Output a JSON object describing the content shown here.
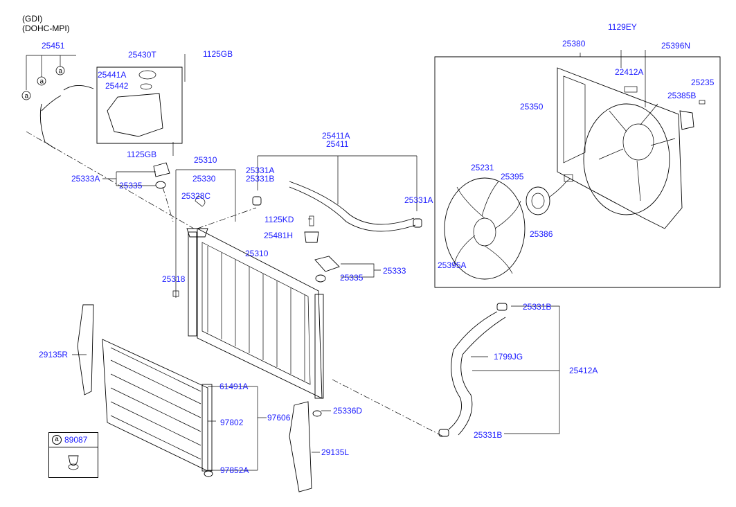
{
  "header": {
    "line1": "(GDI)",
    "line2": "(DOHC-MPI)"
  },
  "labels": {
    "p25451": "25451",
    "p25430T": "25430T",
    "p1125GB_top": "1125GB",
    "p25441A": "25441A",
    "p25442": "25442",
    "p1125GB_bot": "1125GB",
    "p25333A": "25333A",
    "p25335_left": "25335",
    "p25310_top": "25310",
    "p25330": "25330",
    "p25328C": "25328C",
    "p25331A": "25331A",
    "p25331B_top": "25331B",
    "p25411A": "25411A",
    "p25411": "25411",
    "p25331A_right": "25331A",
    "p1125KD": "1125KD",
    "p25481H": "25481H",
    "p25310_mid": "25310",
    "p25318": "25318",
    "p25333": "25333",
    "p25335_right": "25335",
    "p1129EY": "1129EY",
    "p25380": "25380",
    "p25396N": "25396N",
    "p22412A": "22412A",
    "p25235": "25235",
    "p25385B": "25385B",
    "p25350": "25350",
    "p25231": "25231",
    "p25395": "25395",
    "p25386": "25386",
    "p25395A": "25395A",
    "p25331B_right": "25331B",
    "p1799JG": "1799JG",
    "p25412A": "25412A",
    "p25331B_bottom": "25331B",
    "p29135R": "29135R",
    "p61491A": "61491A",
    "p97802": "97802",
    "p97606": "97606",
    "p25336D": "25336D",
    "p29135L": "29135L",
    "p97852A": "97852A"
  },
  "ref_marker": "a",
  "legend": {
    "marker": "a",
    "code": "89087"
  }
}
